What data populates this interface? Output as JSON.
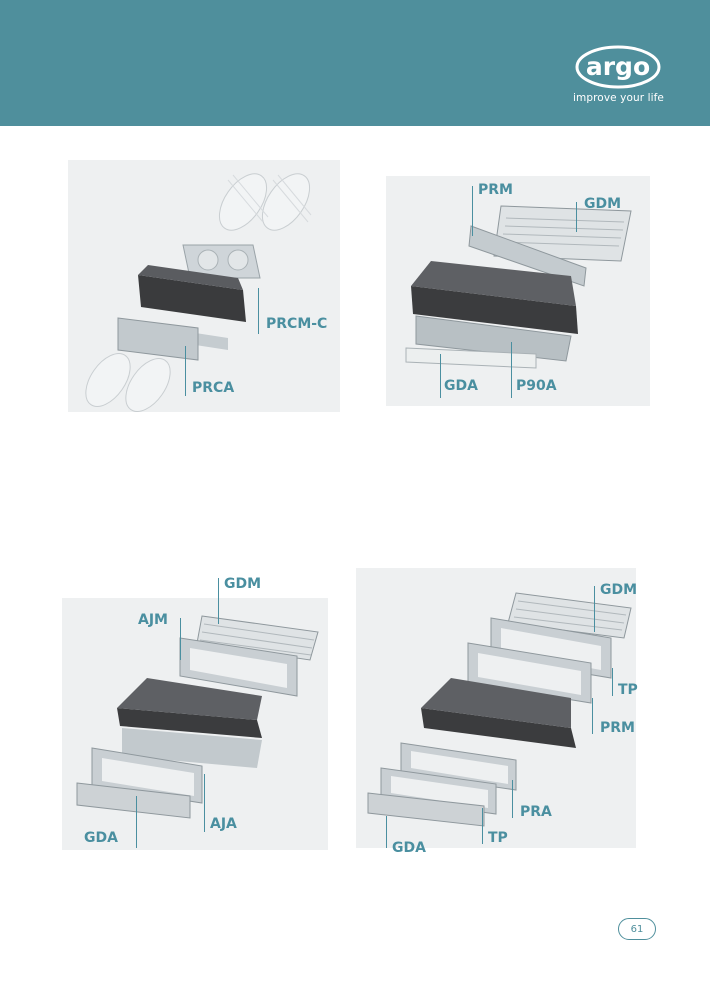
{
  "brand": {
    "logo_text": "argo",
    "tagline": "improve your life"
  },
  "colors": {
    "header": "#4f8f9c",
    "label": "#4a8fa0"
  },
  "figures": [
    {
      "id": "fig1",
      "labels": [
        "PRCM-C",
        "PRCA"
      ]
    },
    {
      "id": "fig2",
      "labels": [
        "PRM",
        "GDM",
        "GDA",
        "P90A"
      ]
    },
    {
      "id": "fig3",
      "labels": [
        "GDM",
        "AJM",
        "AJA",
        "GDA"
      ]
    },
    {
      "id": "fig4",
      "labels": [
        "GDM",
        "TP",
        "PRM",
        "PRA",
        "TP",
        "GDA"
      ]
    }
  ],
  "page_number": "61"
}
